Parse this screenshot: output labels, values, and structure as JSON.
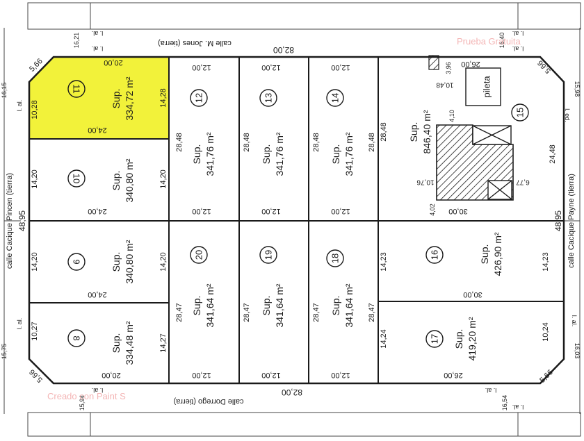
{
  "streets": {
    "top": "calle M. Jones (tierra)",
    "bottom": "calle Dorrego (tierra)",
    "left": "calle Cacique Pincen (tierra)",
    "right": "calle Cacique Payne (tierra)"
  },
  "block_length_top": "82,00",
  "block_length_bottom": "82,00",
  "block_length_left": "48,95",
  "block_length_right": "48,95",
  "corner_chamfer": "5,66",
  "line_label": "l. al.",
  "line_label_right": "l. ed.",
  "outer_measures": {
    "top_left": "16,21",
    "top_right": "16,40",
    "bottom_left": "15,94",
    "bottom_right": "16,54",
    "left_top": "16,15",
    "left_bottom": "15,75",
    "right_top": "15,98",
    "right_bottom": "16,03"
  },
  "sup_label": "Sup.",
  "lots": [
    {
      "number": "11",
      "area": "334,72 m²"
    },
    {
      "number": "10",
      "area": "340,80 m²"
    },
    {
      "number": "9",
      "area": "340,80 m²"
    },
    {
      "number": "8",
      "area": "334,48 m²"
    },
    {
      "number": "12",
      "area": "341,76 m²"
    },
    {
      "number": "13",
      "area": "341,76 m²"
    },
    {
      "number": "14",
      "area": "341,76 m²"
    },
    {
      "number": "20",
      "area": "341,64 m²"
    },
    {
      "number": "19",
      "area": "341,64 m²"
    },
    {
      "number": "18",
      "area": "341,64 m²"
    },
    {
      "number": "15",
      "area": "846,40 m²"
    },
    {
      "number": "16",
      "area": "426,90 m²"
    },
    {
      "number": "17",
      "area": "419,20 m²"
    }
  ],
  "dims": {
    "d_20_00": "20,00",
    "d_24_00": "24,00",
    "d_12_00": "12,00",
    "d_26_00": "26,00",
    "d_30_00": "30,00",
    "d_10_28": "10,28",
    "d_14_28": "14,28",
    "d_14_20": "14,20",
    "d_10_27": "10,27",
    "d_14_27": "14,27",
    "d_28_48": "28,48",
    "d_28_47": "28,47",
    "d_14_23": "14,23",
    "d_14_24": "14,24",
    "d_10_24": "10,24",
    "d_24_48": "24,48",
    "d_3_96": "3,96",
    "d_10_48": "10,48",
    "d_4_10": "4,10",
    "d_10_76": "10,76",
    "d_6_77": "6,77",
    "d_4_02": "4,02"
  },
  "pool_label": "pileta",
  "watermarks": {
    "top_right": "Prueba Gratuita",
    "bottom_left": "Creado con Paint S"
  },
  "colors": {
    "highlight": "#f2f23a",
    "line": "#1a1a1a",
    "watermark": "#f2a9a9"
  }
}
